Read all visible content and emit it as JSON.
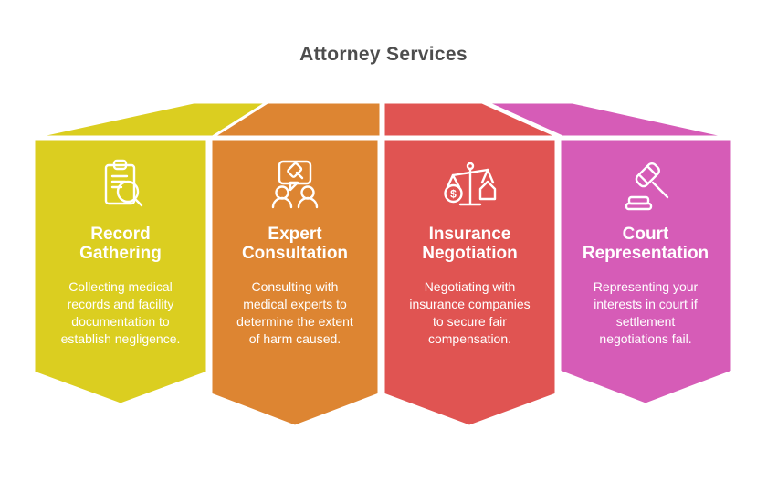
{
  "title": "Attorney Services",
  "title_color": "#4D4D4D",
  "background_color": "#FFFFFF",
  "divider_color": "#FFFFFF",
  "cards": [
    {
      "label": "Record Gathering",
      "description": "Collecting medical records and facility documentation to establish negligence.",
      "color": "#DBCE20",
      "icon": "clipboard-search-icon"
    },
    {
      "label": "Expert Consultation",
      "description": "Consulting with medical experts to determine the extent of harm caused.",
      "color": "#DD8532",
      "icon": "people-gavel-chat-icon"
    },
    {
      "label": "Insurance Negotiation",
      "description": "Negotiating with insurance companies to secure fair compensation.",
      "color": "#E05452",
      "icon": "scales-dollar-icon"
    },
    {
      "label": "Court Representation",
      "description": "Representing your interests in court if settlement negotiations fail.",
      "color": "#D65CB7",
      "icon": "gavel-icon"
    }
  ],
  "icon_glyphs": {
    "dollar_sign": "$"
  }
}
